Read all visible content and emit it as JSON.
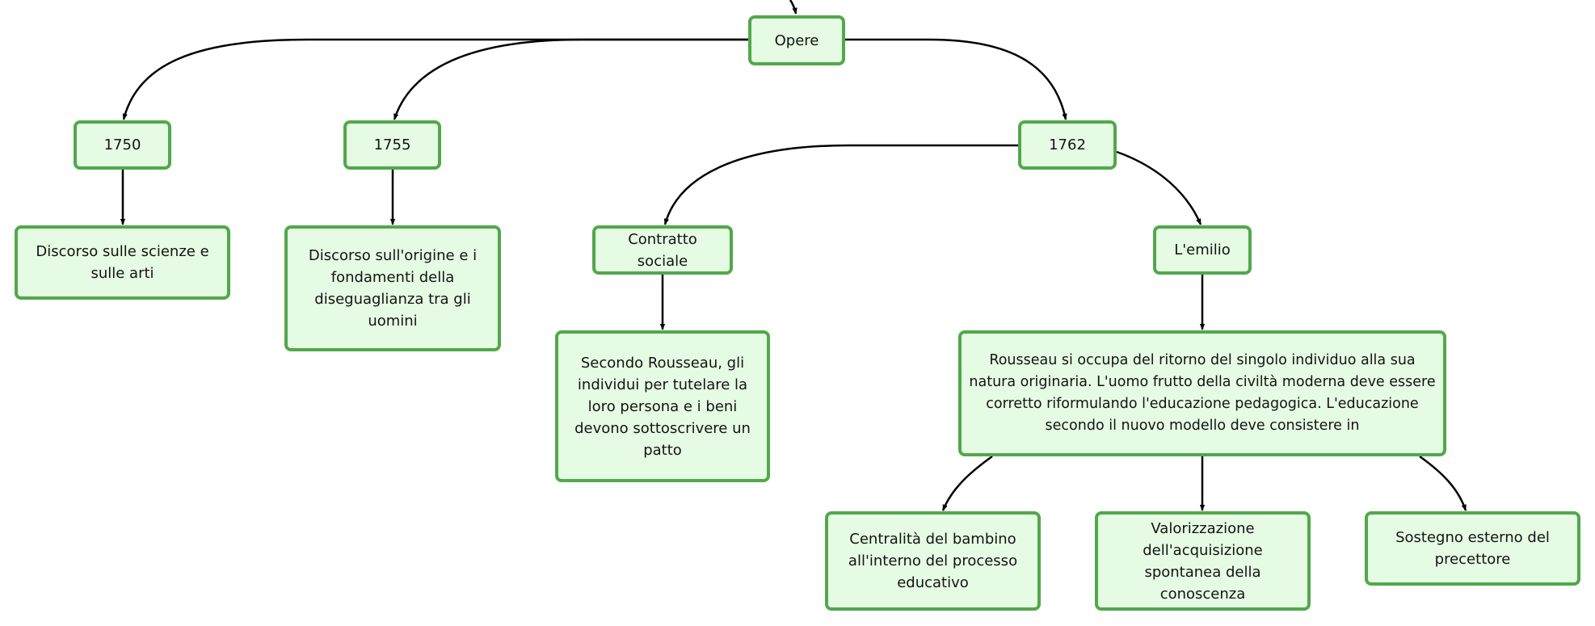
{
  "colors": {
    "node_fill": "#e5fbe3",
    "node_border": "#52a84b",
    "edge": "#000000",
    "text": "#141414"
  },
  "nodes": {
    "opere": "Opere",
    "y1750": "1750",
    "y1755": "1755",
    "y1762": "1762",
    "discorso_scienze": "Discorso sulle scienze e sulle arti",
    "discorso_origine": "Discorso sull'origine e i fondamenti della diseguaglianza tra gli uomini",
    "contratto_sociale": "Contratto sociale",
    "emilio": "L'emilio",
    "patto": "Secondo Rousseau, gli individui per tutelare la loro persona e i beni devono sottoscrivere un patto",
    "ritorno": "Rousseau si occupa del ritorno del singolo individuo alla sua natura originaria. L'uomo frutto della civiltà moderna deve essere corretto riformulando l'educazione pedagogica. L'educazione secondo il nuovo modello deve consistere in",
    "centralita": "Centralità del bambino all'interno del processo educativo",
    "valorizzazione": "Valorizzazione dell'acquisizione spontanea della conoscenza",
    "sostegno": "Sostegno esterno del precettore"
  }
}
